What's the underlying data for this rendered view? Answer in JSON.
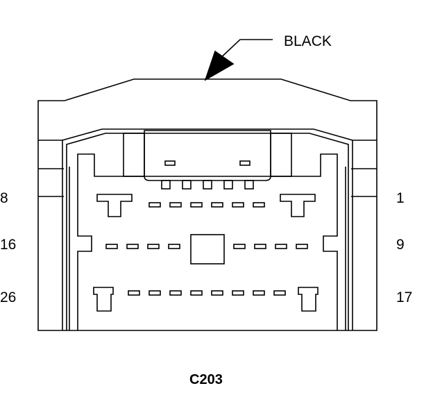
{
  "connector": {
    "id": "C203",
    "color_label": "BLACK"
  },
  "pin_labels": {
    "row1_left": "8",
    "row1_right": "1",
    "row2_left": "16",
    "row2_right": "9",
    "row3_left": "26",
    "row3_right": "17"
  },
  "colors": {
    "line": "#000000",
    "background": "#ffffff"
  }
}
